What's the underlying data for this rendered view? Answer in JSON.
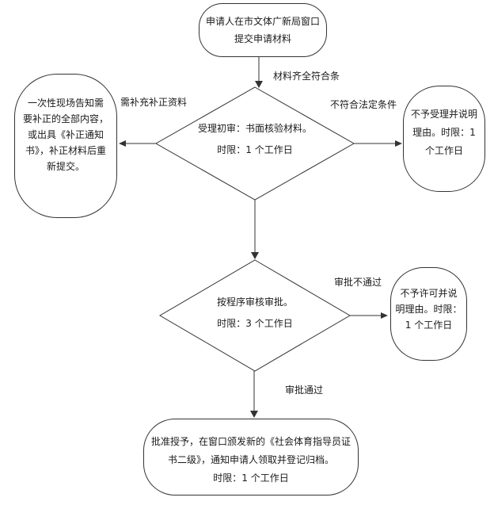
{
  "colors": {
    "background": "#ffffff",
    "line": "#333333",
    "text": "#1a1a1a"
  },
  "flowchart": {
    "start": {
      "line1": "申请人在市文体广新局窗口",
      "line2": "提交申请材料"
    },
    "decision1": {
      "line1": "受理初审：书面核验材料。",
      "line2": "时限：1 个工作日"
    },
    "decision2": {
      "line1": "按程序审核审批。",
      "line2": "时限：3 个工作日"
    },
    "left_result": {
      "lines": [
        "一次性现场告知需",
        "要补正的全部内容，",
        "或出具《补正通知",
        "书》，补正材料后重",
        "新提交。"
      ]
    },
    "right_result1": {
      "lines": [
        "不予受理并说明",
        "理由。时限：1",
        "个工作日"
      ]
    },
    "right_result2": {
      "lines": [
        "不予许可并说",
        "明理由。时限：",
        "1 个工作日"
      ]
    },
    "end": {
      "lines": [
        "批准授予，在窗口颁发新的《社会体育指导员证",
        "书二级》，通知申请人领取并登记归档。",
        "时限：1 个工作日"
      ]
    },
    "edge_labels": {
      "materials_complete": "材料齐全符合条",
      "need_supplement": "需补充补正资料",
      "not_meet_legal": "不符合法定条件",
      "approval_fail": "审批不通过",
      "approval_pass": "审批通过"
    }
  }
}
